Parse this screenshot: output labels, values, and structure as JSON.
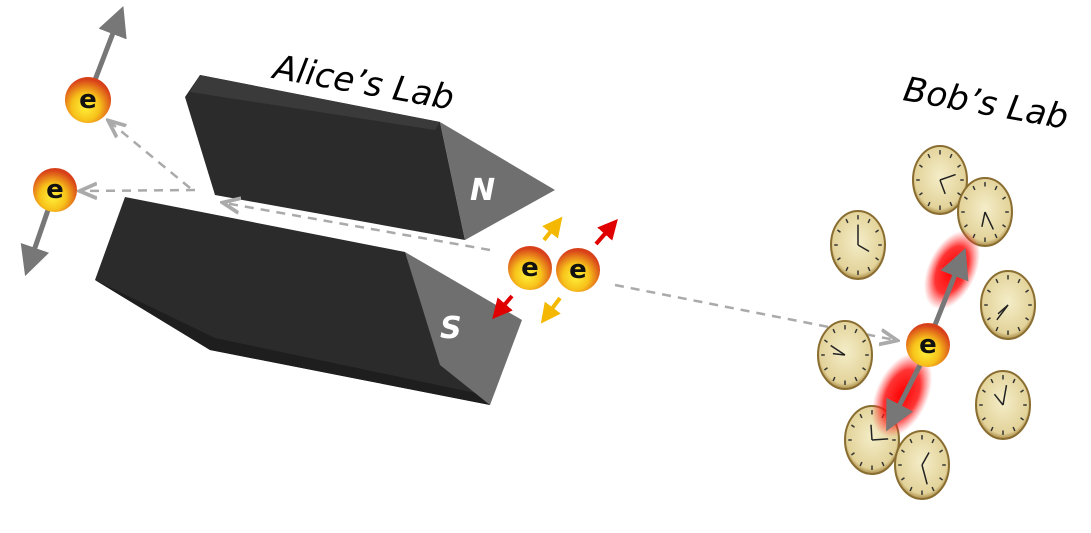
{
  "labels": {
    "alice": "Alice’s Lab",
    "bob": "Bob’s Lab"
  },
  "poles": {
    "north": "N",
    "south": "S"
  },
  "electron_symbol": "e",
  "colors": {
    "magnet": "#2b2b2b",
    "pole_face": "#6f6f6f",
    "arrow_gray": "#777777",
    "dash": "#aaaaaa",
    "red": "#e00000",
    "amber": "#f5b800"
  }
}
